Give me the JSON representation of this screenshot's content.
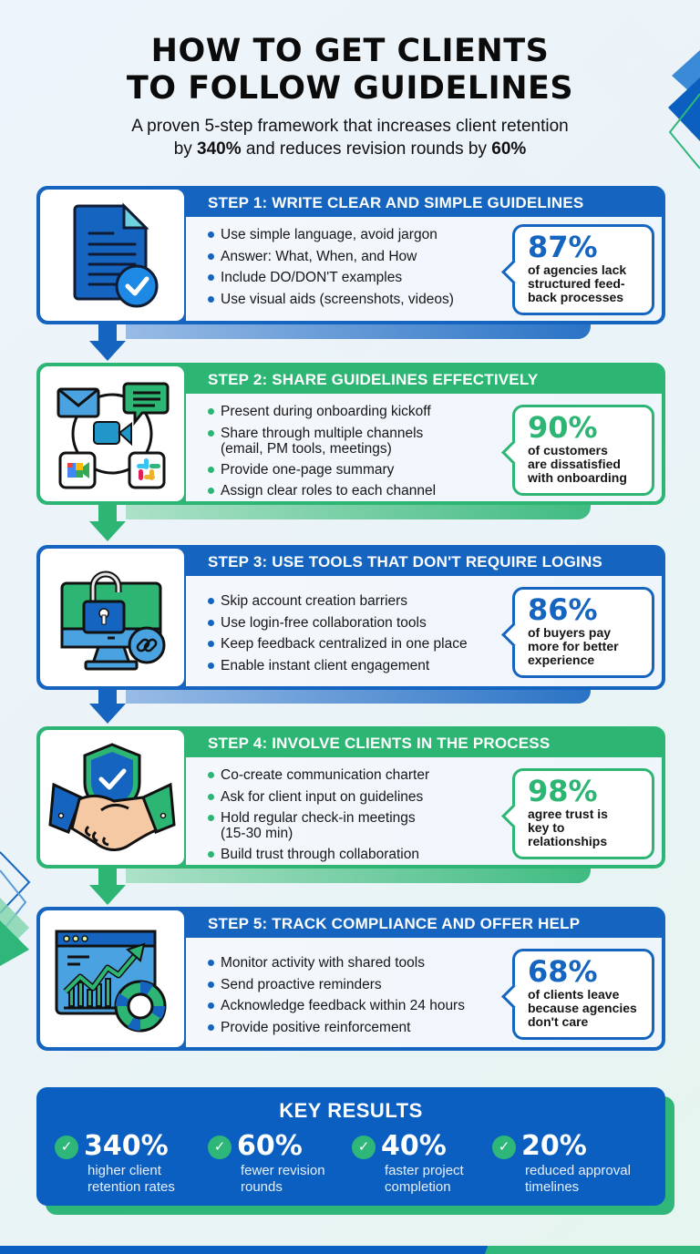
{
  "header": {
    "title_line1": "HOW TO GET CLIENTS",
    "title_line2": "TO FOLLOW GUIDELINES",
    "subtitle_part1": "A proven 5-step framework that increases client retention",
    "subtitle_by": "by ",
    "subtitle_value1": "340%",
    "subtitle_mid": " and reduces revision rounds by ",
    "subtitle_value2": "60%"
  },
  "colors": {
    "blue": "#1565c0",
    "green": "#2db574",
    "results_bg": "#0b5fc0"
  },
  "steps": [
    {
      "title": "STEP 1: WRITE CLEAR AND SIMPLE GUIDELINES",
      "icon": "document-check-icon",
      "bullets": [
        "Use simple language, avoid jargon",
        "Answer: What, When, and How",
        "Include DO/DON'T examples",
        "Use visual aids (screenshots, videos)"
      ],
      "stat_value": "87%",
      "stat_desc": [
        "of agencies lack",
        "structured feed-",
        "back processes"
      ]
    },
    {
      "title": "STEP 2: SHARE GUIDELINES EFFECTIVELY",
      "icon": "channels-icon",
      "bullets": [
        "Present during onboarding kickoff",
        "Share through multiple channels",
        "(email, PM tools, meetings)",
        "Provide one-page summary",
        "Assign clear roles to each channel"
      ],
      "stat_value": "90%",
      "stat_desc": [
        "of customers",
        "are dissatisfied",
        "with onboarding"
      ]
    },
    {
      "title": "STEP 3: USE TOOLS THAT DON'T REQUIRE LOGINS",
      "icon": "unlocked-monitor-icon",
      "bullets": [
        "Skip account creation barriers",
        "Use login-free collaboration tools",
        "Keep feedback centralized in one place",
        "Enable instant client engagement"
      ],
      "stat_value": "86%",
      "stat_desc": [
        "of buyers pay",
        "more for better",
        "experience"
      ]
    },
    {
      "title": "STEP 4: INVOLVE CLIENTS IN THE PROCESS",
      "icon": "handshake-shield-icon",
      "bullets": [
        "Co-create communication charter",
        "Ask for client input on guidelines",
        "Hold regular check-in meetings",
        "(15-30 min)",
        "Build trust through collaboration"
      ],
      "stat_value": "98%",
      "stat_desc": [
        "agree trust is",
        "key to",
        "relationships"
      ]
    },
    {
      "title": "STEP 5: TRACK COMPLIANCE AND OFFER HELP",
      "icon": "chart-lifebuoy-icon",
      "bullets": [
        "Monitor activity with shared tools",
        "Send proactive reminders",
        "Acknowledge feedback within 24 hours",
        "Provide positive reinforcement"
      ],
      "stat_value": "68%",
      "stat_desc": [
        "of clients leave",
        "because agencies",
        "don't care"
      ]
    }
  ],
  "key_results": {
    "title": "KEY RESULTS",
    "items": [
      {
        "value": "340%",
        "desc": "higher client retention rates"
      },
      {
        "value": "60%",
        "desc": "fewer revision rounds"
      },
      {
        "value": "40%",
        "desc": "faster project completion"
      },
      {
        "value": "20%",
        "desc": "reduced approval timelines"
      }
    ]
  }
}
